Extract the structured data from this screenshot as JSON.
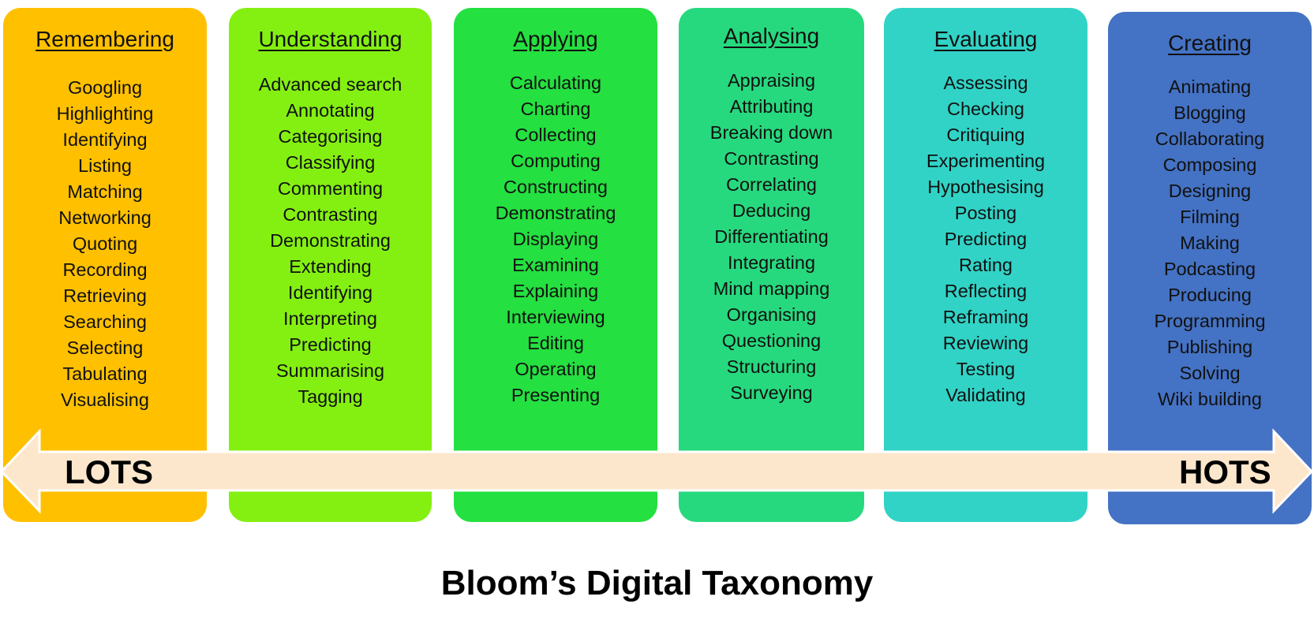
{
  "title": "Bloom’s Digital Taxonomy",
  "colors": {
    "remembering": "#ffc000",
    "understanding": "#84f012",
    "applying": "#24e040",
    "analysing": "#27d97e",
    "evaluating": "#31d3c6",
    "creating": "#4472c4",
    "arrow": "#fde7cc"
  },
  "arrow": {
    "left_label": "LOTS",
    "right_label": "HOTS"
  },
  "columns": [
    {
      "title": "Remembering",
      "items": [
        "Googling",
        "Highlighting",
        "Identifying",
        "Listing",
        "Matching",
        "Networking",
        "Quoting",
        "Recording",
        "Retrieving",
        "Searching",
        "Selecting",
        "Tabulating",
        "Visualising"
      ]
    },
    {
      "title": "Understanding",
      "items": [
        "Advanced search",
        "Annotating",
        "Categorising",
        "Classifying",
        "Commenting",
        "Contrasting",
        "Demonstrating",
        "Extending",
        "Identifying",
        "Interpreting",
        "Predicting",
        "Summarising",
        "Tagging"
      ]
    },
    {
      "title": "Applying",
      "items": [
        "Calculating",
        "Charting",
        "Collecting",
        "Computing",
        "Constructing",
        "Demonstrating",
        "Displaying",
        "Examining",
        "Explaining",
        "Interviewing",
        "Editing",
        "Operating",
        "Presenting"
      ]
    },
    {
      "title": "Analysing",
      "items": [
        "Appraising",
        "Attributing",
        "Breaking down",
        "Contrasting",
        "Correlating",
        "Deducing",
        "Differentiating",
        "Integrating",
        "Mind mapping",
        "Organising",
        "Questioning",
        "Structuring",
        "Surveying"
      ]
    },
    {
      "title": "Evaluating",
      "items": [
        "Assessing",
        "Checking",
        "Critiquing",
        "Experimenting",
        "Hypothesising",
        "Posting",
        "Predicting",
        "Rating",
        "Reflecting",
        "Reframing",
        "Reviewing",
        "Testing",
        "Validating"
      ]
    },
    {
      "title": "Creating",
      "items": [
        "Animating",
        "Blogging",
        "Collaborating",
        "Composing",
        "Designing",
        "Filming",
        "Making",
        "Podcasting",
        "Producing",
        "Programming",
        "Publishing",
        "Solving",
        "Wiki building"
      ]
    }
  ]
}
